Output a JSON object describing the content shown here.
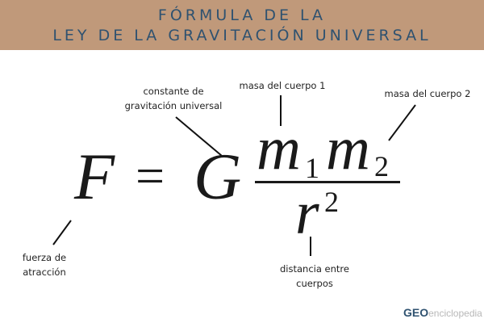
{
  "header": {
    "title_line1": "FÓRMULA DE LA",
    "title_line2": "LEY DE LA GRAVITACIÓN UNIVERSAL",
    "background_color": "#c0997a",
    "text_color": "#2f5270"
  },
  "formula": {
    "force": "F",
    "equals": "=",
    "constant": "G",
    "mass1": "m",
    "mass1_sub": "1",
    "mass2": "m",
    "mass2_sub": "2",
    "distance": "r",
    "distance_exp": "2"
  },
  "labels": {
    "constant_line1": "constante de",
    "constant_line2": "gravitación universal",
    "mass1": "masa del cuerpo 1",
    "mass2": "masa del cuerpo 2",
    "force_line1": "fuerza de",
    "force_line2": "atracción",
    "distance_line1": "distancia entre",
    "distance_line2": "cuerpos"
  },
  "logo": {
    "brand_bold": "GEO",
    "brand_light": "enciclopedia"
  }
}
